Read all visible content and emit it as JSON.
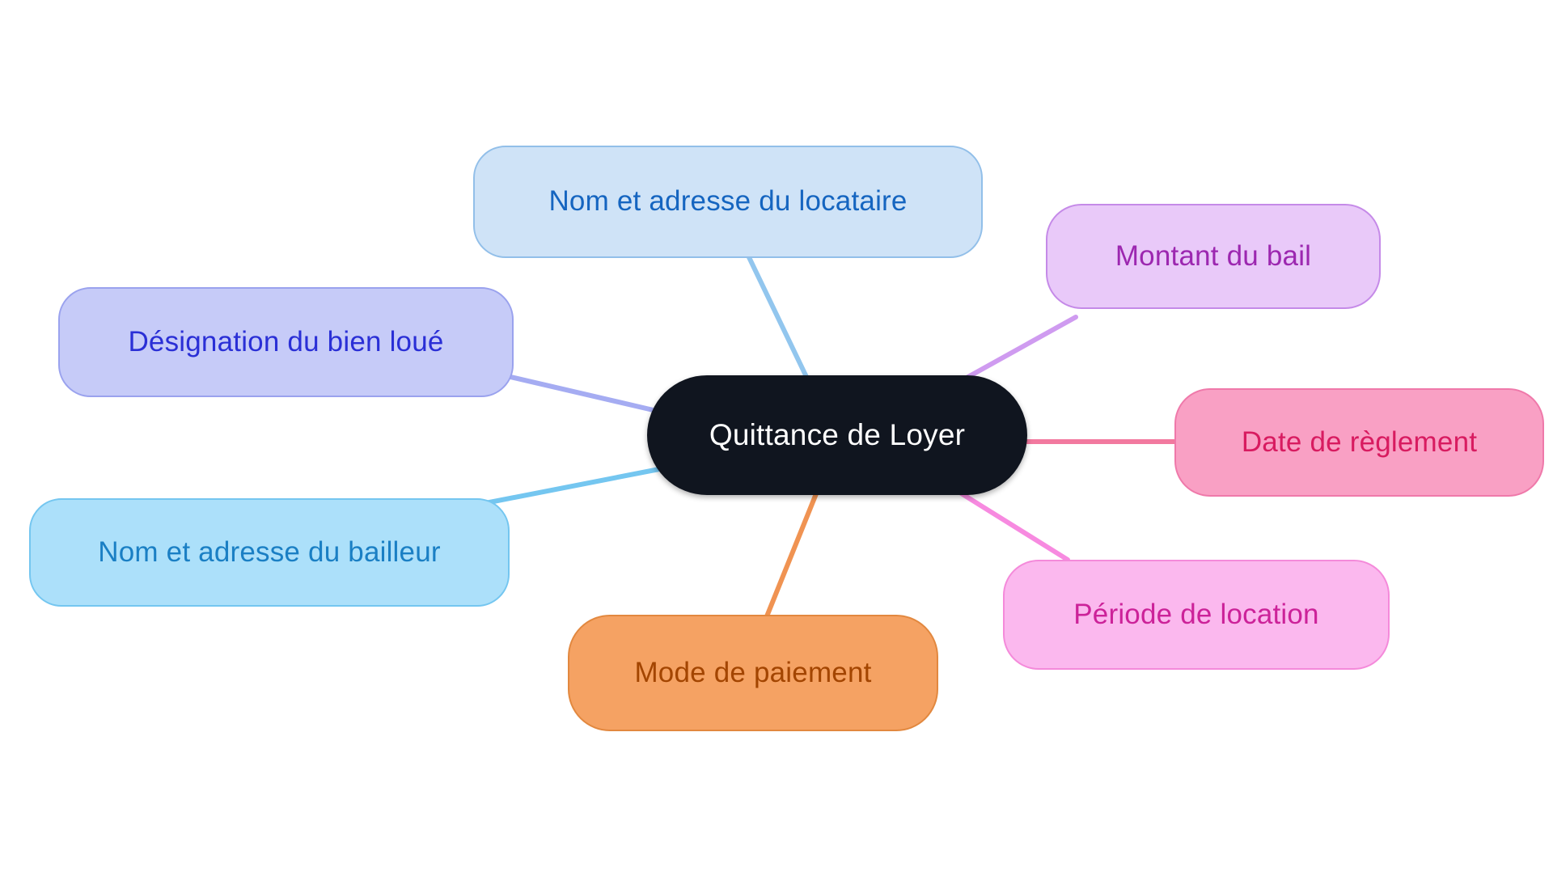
{
  "diagram": {
    "type": "mindmap",
    "title": "Quittance de Loyer",
    "background_color": "#ffffff",
    "root": {
      "id": "root",
      "label": "Quittance de Loyer",
      "fill": "#10151f",
      "border": "#10151f",
      "text_color": "#ffffff"
    },
    "branches": [
      {
        "id": "locataire",
        "label": "Nom et adresse du locataire",
        "fill": "#cfe3f7",
        "border": "#92bfe9",
        "text_color": "#1565c0",
        "position": "top"
      },
      {
        "id": "designation",
        "label": "Désignation du bien loué",
        "fill": "#c6cbf8",
        "border": "#9aa2ee",
        "text_color": "#2a2fd6",
        "position": "left-upper"
      },
      {
        "id": "bailleur",
        "label": "Nom et adresse du bailleur",
        "fill": "#ace0fa",
        "border": "#74c6f0",
        "text_color": "#1a7fc4",
        "position": "left-lower"
      },
      {
        "id": "paiement",
        "label": "Mode de paiement",
        "fill": "#f5a263",
        "border": "#e2883f",
        "text_color": "#a34500",
        "position": "bottom"
      },
      {
        "id": "montant",
        "label": "Montant du bail",
        "fill": "#e9c9f9",
        "border": "#c58ae8",
        "text_color": "#9c27b0",
        "position": "right-upper"
      },
      {
        "id": "date",
        "label": "Date de règlement",
        "fill": "#f9a0c4",
        "border": "#ef79aa",
        "text_color": "#d81b60",
        "position": "right-middle"
      },
      {
        "id": "periode",
        "label": "Période de location",
        "fill": "#fbb8ee",
        "border": "#f48ada",
        "text_color": "#cc2299",
        "position": "right-lower"
      }
    ],
    "edges": [
      {
        "from": "root",
        "to": "locataire",
        "color": "#92c6ee",
        "width": 6
      },
      {
        "from": "root",
        "to": "designation",
        "color": "#a5acf2",
        "width": 6
      },
      {
        "from": "root",
        "to": "bailleur",
        "color": "#74c6f0",
        "width": 6
      },
      {
        "from": "root",
        "to": "paiement",
        "color": "#f09352",
        "width": 6
      },
      {
        "from": "root",
        "to": "montant",
        "color": "#cf9bf0",
        "width": 6
      },
      {
        "from": "root",
        "to": "date",
        "color": "#f2799f",
        "width": 6
      },
      {
        "from": "root",
        "to": "periode",
        "color": "#f78ae0",
        "width": 6
      }
    ]
  }
}
